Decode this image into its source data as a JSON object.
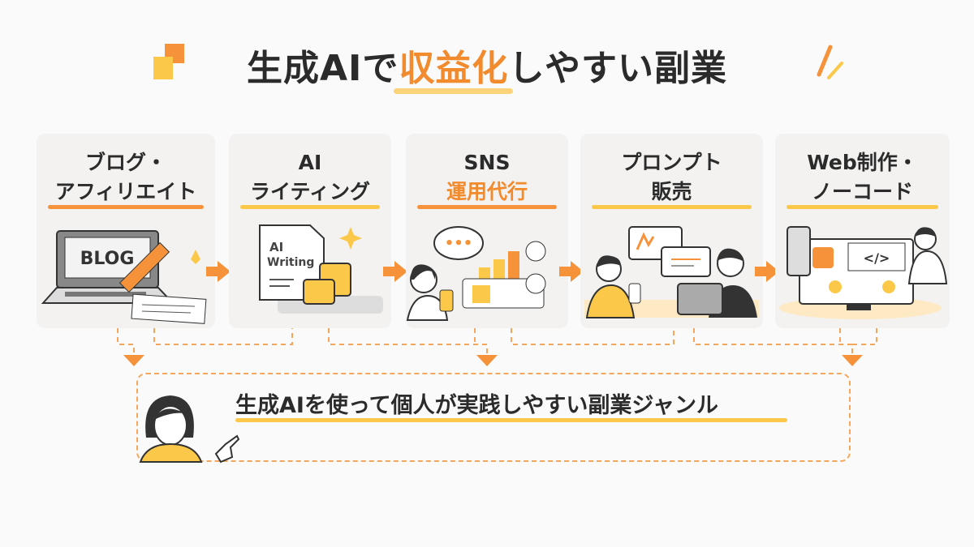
{
  "title": {
    "part1": "生成AIで",
    "highlight": "収益化",
    "part2": "しやすい副業"
  },
  "genres": [
    {
      "line1": "ブログ・",
      "line2": "アフィリエイト",
      "line2_orange": false,
      "underline_color": "#f5923a",
      "illus_text": [
        "BLOG"
      ]
    },
    {
      "line1": "AI",
      "line2": "ライティング",
      "line2_orange": false,
      "underline_color": "#fcc84a",
      "illus_text": [
        "AI",
        "Writing"
      ]
    },
    {
      "line1": "SNS",
      "line2": "運用代行",
      "line2_orange": true,
      "underline_color": "#f5923a",
      "illus_text": [
        "•••"
      ]
    },
    {
      "line1": "プロンプト",
      "line2": "販売",
      "line2_orange": false,
      "underline_color": "#fcc84a",
      "illus_text": []
    },
    {
      "line1": "Web制作・",
      "line2": "ノーコード",
      "line2_orange": false,
      "underline_color": "#fcc84a",
      "illus_text": [
        "</>"
      ]
    }
  ],
  "summary": "生成AIを使って個人が実践しやすい副業ジャンル",
  "colors": {
    "orange": "#f5923a",
    "yellow": "#fcc84a",
    "dark": "#2b2b2b"
  }
}
